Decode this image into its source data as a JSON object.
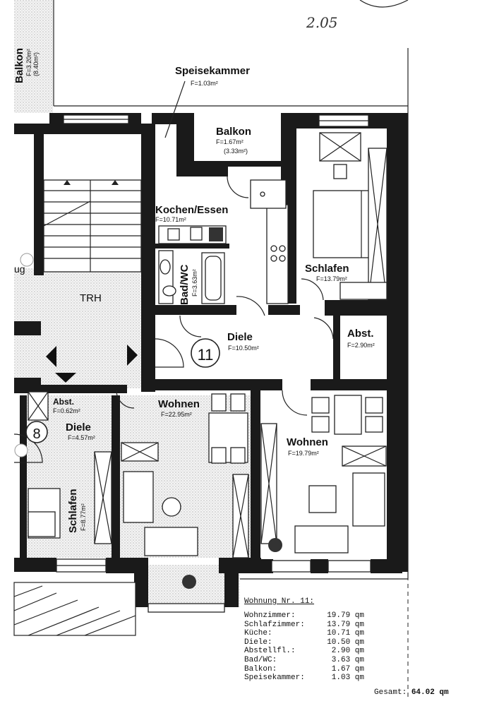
{
  "handwritten_note": "2.05",
  "rooms": {
    "balkon_left": {
      "name": "Balkon",
      "area": "F=3.20m²",
      "alt": "(8.40m²)"
    },
    "speisekammer": {
      "name": "Speisekammer",
      "area": "F=1.03m²"
    },
    "balkon": {
      "name": "Balkon",
      "area": "F=1.67m²",
      "alt": "(3.33m²)"
    },
    "kochen": {
      "name": "Kochen/Essen",
      "area": "F=10.71m²"
    },
    "bad": {
      "name": "Bad/WC",
      "area": "F=3.63m²"
    },
    "schlafen": {
      "name": "Schlafen",
      "area": "F=13.79m²"
    },
    "trh": {
      "name": "TRH"
    },
    "stair_label": {
      "name": "ug"
    },
    "diele": {
      "name": "Diele",
      "area": "F=10.50m²"
    },
    "abst": {
      "name": "Abst.",
      "area": "F=2.90m²"
    },
    "wohnen_mid": {
      "name": "Wohnen",
      "area": "F=22.95m²"
    },
    "wohnen_right": {
      "name": "Wohnen",
      "area": "F=19.79m²"
    },
    "abst_small": {
      "name": "Abst.",
      "area": "F=0.62m²"
    },
    "diele_small": {
      "name": "Diele",
      "area": "F=4.57m²"
    },
    "schlafen_small": {
      "name": "Schlafen",
      "area": "F=8.77m²"
    }
  },
  "unit_markers": {
    "main": "11",
    "neighbor": "8"
  },
  "summary": {
    "title": "Wohnung Nr. 11:",
    "rows": [
      {
        "label": "Wohnzimmer:",
        "value": "19.79 qm"
      },
      {
        "label": "Schlafzimmer:",
        "value": "13.79 qm"
      },
      {
        "label": "Küche:",
        "value": "10.71 qm"
      },
      {
        "label": "Diele:",
        "value": "10.50 qm"
      },
      {
        "label": "Abstellfl.:",
        "value": "2.90 qm"
      },
      {
        "label": "Bad/WC:",
        "value": "3.63 qm"
      },
      {
        "label": "Balkon:",
        "value": "1.67 qm"
      },
      {
        "label": "Speisekammer:",
        "value": "1.03 qm"
      }
    ],
    "total_label": "Gesamt:",
    "total_value": "64.02 qm"
  }
}
